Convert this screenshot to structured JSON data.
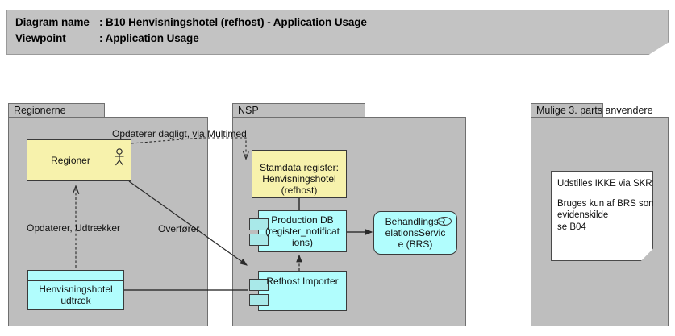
{
  "header": {
    "label_diagram": "Diagram name",
    "value_diagram": ": B10 Henvisningshotel (refhost) - Application Usage",
    "label_viewpoint": "Viewpoint",
    "value_viewpoint": ": Application Usage"
  },
  "groups": [
    {
      "id": "regionerne",
      "title": "Regionerne"
    },
    {
      "id": "nsp",
      "title": "NSP"
    },
    {
      "id": "thirdparty",
      "title": "Mulige 3. parts",
      "title_overflow": "Mulige 3. parts anvendere"
    }
  ],
  "nodes": {
    "regioner": {
      "label": "Regioner",
      "icon": "actor-icon",
      "fill": "#f7f2ac"
    },
    "hh_udtraek": {
      "line1": "Henvisningshotel",
      "line2": "udtræk",
      "fill": "#b1fdfd"
    },
    "stamdata": {
      "line1": "Stamdata register:",
      "line2": "Henvisningshotel",
      "line3": "(refhost)",
      "fill": "#f7f2ac"
    },
    "production_db": {
      "line1": "Production DB",
      "line2": "(register_notificat",
      "line3": "ions)",
      "fill": "#b1fdfd"
    },
    "refhost_importer": {
      "label": "Refhost Importer",
      "fill": "#b1fdfd"
    },
    "brs": {
      "line1": "BehandlingsR",
      "line2": "elationsServic",
      "line3": "e (BRS)",
      "fill": "#b1fdfd"
    }
  },
  "edge_labels": {
    "opdaterer_dagligt": "Opdaterer dagligt, via Multimed",
    "opdaterer_udtrækker": "Opdaterer, Udtrækker",
    "overfoerer": "Overfører"
  },
  "note": {
    "line1": "Udstilles IKKE via SKRS",
    "line2": "Bruges kun af BRS som",
    "line3": "evidenskilde",
    "line4": "se B04"
  },
  "colors": {
    "group_fill": "#bebebe",
    "group_border": "#6f6f6f",
    "banner_fill": "#c3c3c3",
    "yellow": "#f7f2ac",
    "cyan": "#b1fdfd",
    "note_fill": "#ffffff",
    "stroke": "#3a3a3a"
  }
}
